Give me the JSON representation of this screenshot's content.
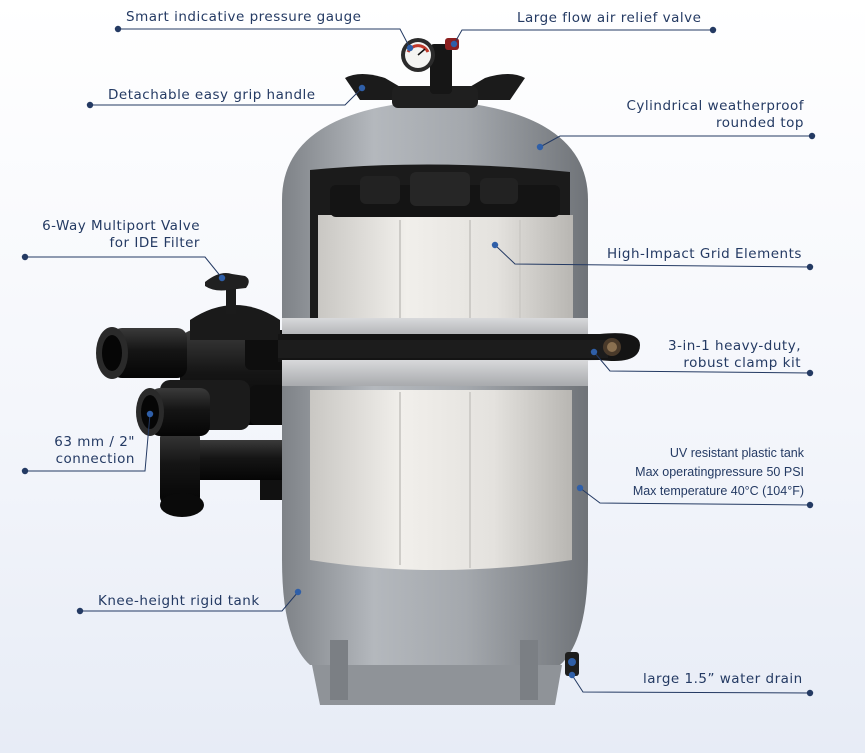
{
  "callouts": {
    "pressure_gauge": "Smart indicative pressure gauge",
    "air_relief_valve": "Large flow air relief valve",
    "grip_handle": "Detachable easy grip handle",
    "rounded_top_line1": "Cylindrical weatherproof",
    "rounded_top_line2": "rounded top",
    "multiport_line1": "6-Way Multiport Valve",
    "multiport_line2": "for IDE Filter",
    "grid_elements": "High-Impact Grid Elements",
    "clamp_line1": "3-in-1 heavy-duty,",
    "clamp_line2": "robust clamp kit",
    "connection_line1": "63 mm / 2\"",
    "connection_line2": "connection",
    "tank_line1": "UV resistant plastic tank",
    "tank_line2": "Max operatingpressure 50 PSI",
    "tank_line3": "Max temperature 40°C (104°F)",
    "rigid_tank": "Knee-height rigid tank",
    "water_drain": "large 1.5” water drain"
  },
  "colors": {
    "text": "#243a63",
    "leader_line": "#243a63",
    "tank_shell": "#9fa3a8",
    "cartridge": "#eceae6",
    "clamp": "#1a1a1a",
    "gauge_red": "#c0392b"
  }
}
